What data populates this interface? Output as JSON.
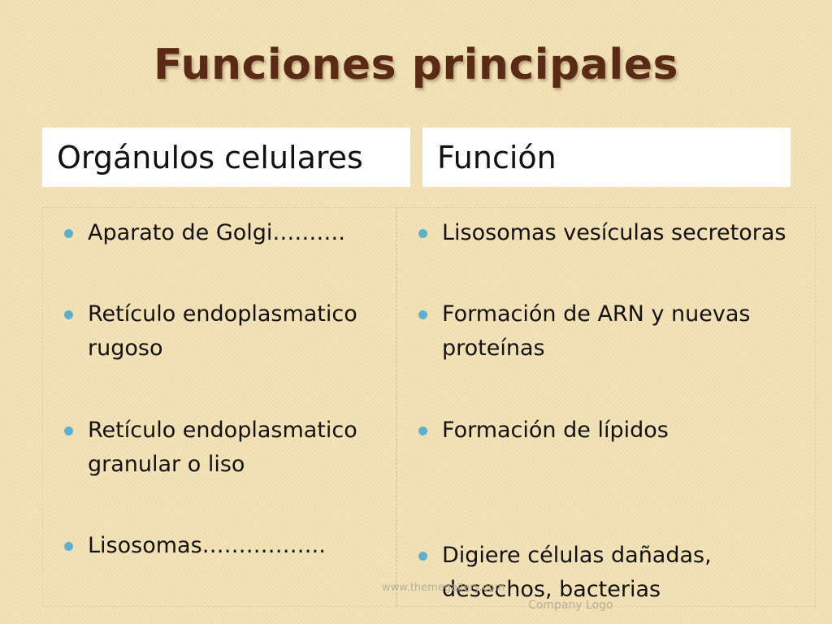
{
  "slide": {
    "title": "Funciones principales",
    "columns": {
      "left_header": "Orgánulos celulares",
      "right_header": "Función"
    },
    "left_items": [
      "Aparato de Golgi……….",
      "Retículo endoplasmatico rugoso",
      "Retículo endoplasmatico granular o liso",
      "Lisosomas…………….."
    ],
    "right_items": [
      "Lisosomas vesículas secretoras",
      "Formación de ARN y nuevas proteínas",
      "Formación de lípidos",
      "Digiere células dañadas, desechos, bacterias"
    ],
    "footer": {
      "url": "www.themegallery.com",
      "logo_text": "Company Logo"
    }
  },
  "colors": {
    "background": "#f3e3b8",
    "title": "#5b2a17",
    "bullet": "#5bb0d0",
    "header_bg": "#ffffff"
  }
}
